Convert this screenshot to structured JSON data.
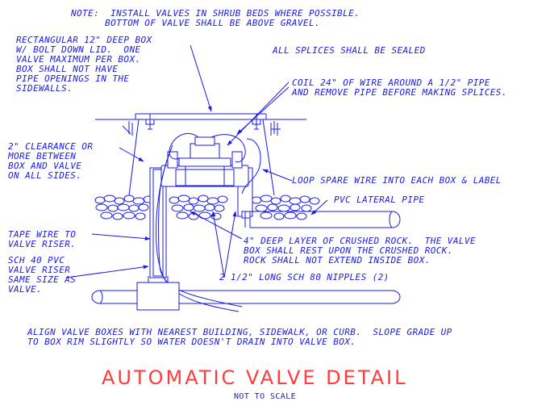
{
  "diagram": {
    "note": "NOTE:  INSTALL VALVES IN SHRUB BEDS WHERE POSSIBLE.\n      BOTTOM OF VALVE SHALL BE ABOVE GRAVEL.",
    "box_spec": "RECTANGULAR 12\" DEEP BOX\nW/ BOLT DOWN LID.  ONE\nVALVE MAXIMUM PER BOX.\nBOX SHALL NOT HAVE\nPIPE OPENINGS IN THE\nSIDEWALLS.",
    "splices": "ALL SPLICES SHALL BE SEALED",
    "coil_wire": "COIL 24\" OF WIRE AROUND A 1/2\" PIPE\nAND REMOVE PIPE BEFORE MAKING SPLICES.",
    "clearance": "2\" CLEARANCE OR\nMORE BETWEEN\nBOX AND VALVE\nON ALL SIDES.",
    "loop_wire": "LOOP SPARE WIRE INTO EACH BOX & LABEL",
    "pvc_lateral": "PVC LATERAL PIPE",
    "tape_wire": "TAPE WIRE TO\nVALVE RISER.",
    "crushed_rock": "4\" DEEP LAYER OF CRUSHED ROCK.  THE VALVE\nBOX SHALL REST UPON THE CRUSHED ROCK.\nROCK SHALL NOT EXTEND INSIDE BOX.",
    "riser": "SCH 40 PVC\nVALVE RISER\nSAME SIZE AS\nVALVE.",
    "nipples": "2 1/2\" LONG SCH 80 NIPPLES (2)",
    "align": "ALIGN VALVE BOXES WITH NEAREST BUILDING, SIDEWALK, OR CURB.  SLOPE GRADE UP\nTO BOX RIM SLIGHTLY SO WATER DOESN'T DRAIN INTO VALVE BOX.",
    "title": "AUTOMATIC VALVE DETAIL",
    "scale": "NOT TO SCALE"
  },
  "colors": {
    "linework": "#1a1ae6",
    "title": "#ff3b3b",
    "background": "#ffffff"
  }
}
